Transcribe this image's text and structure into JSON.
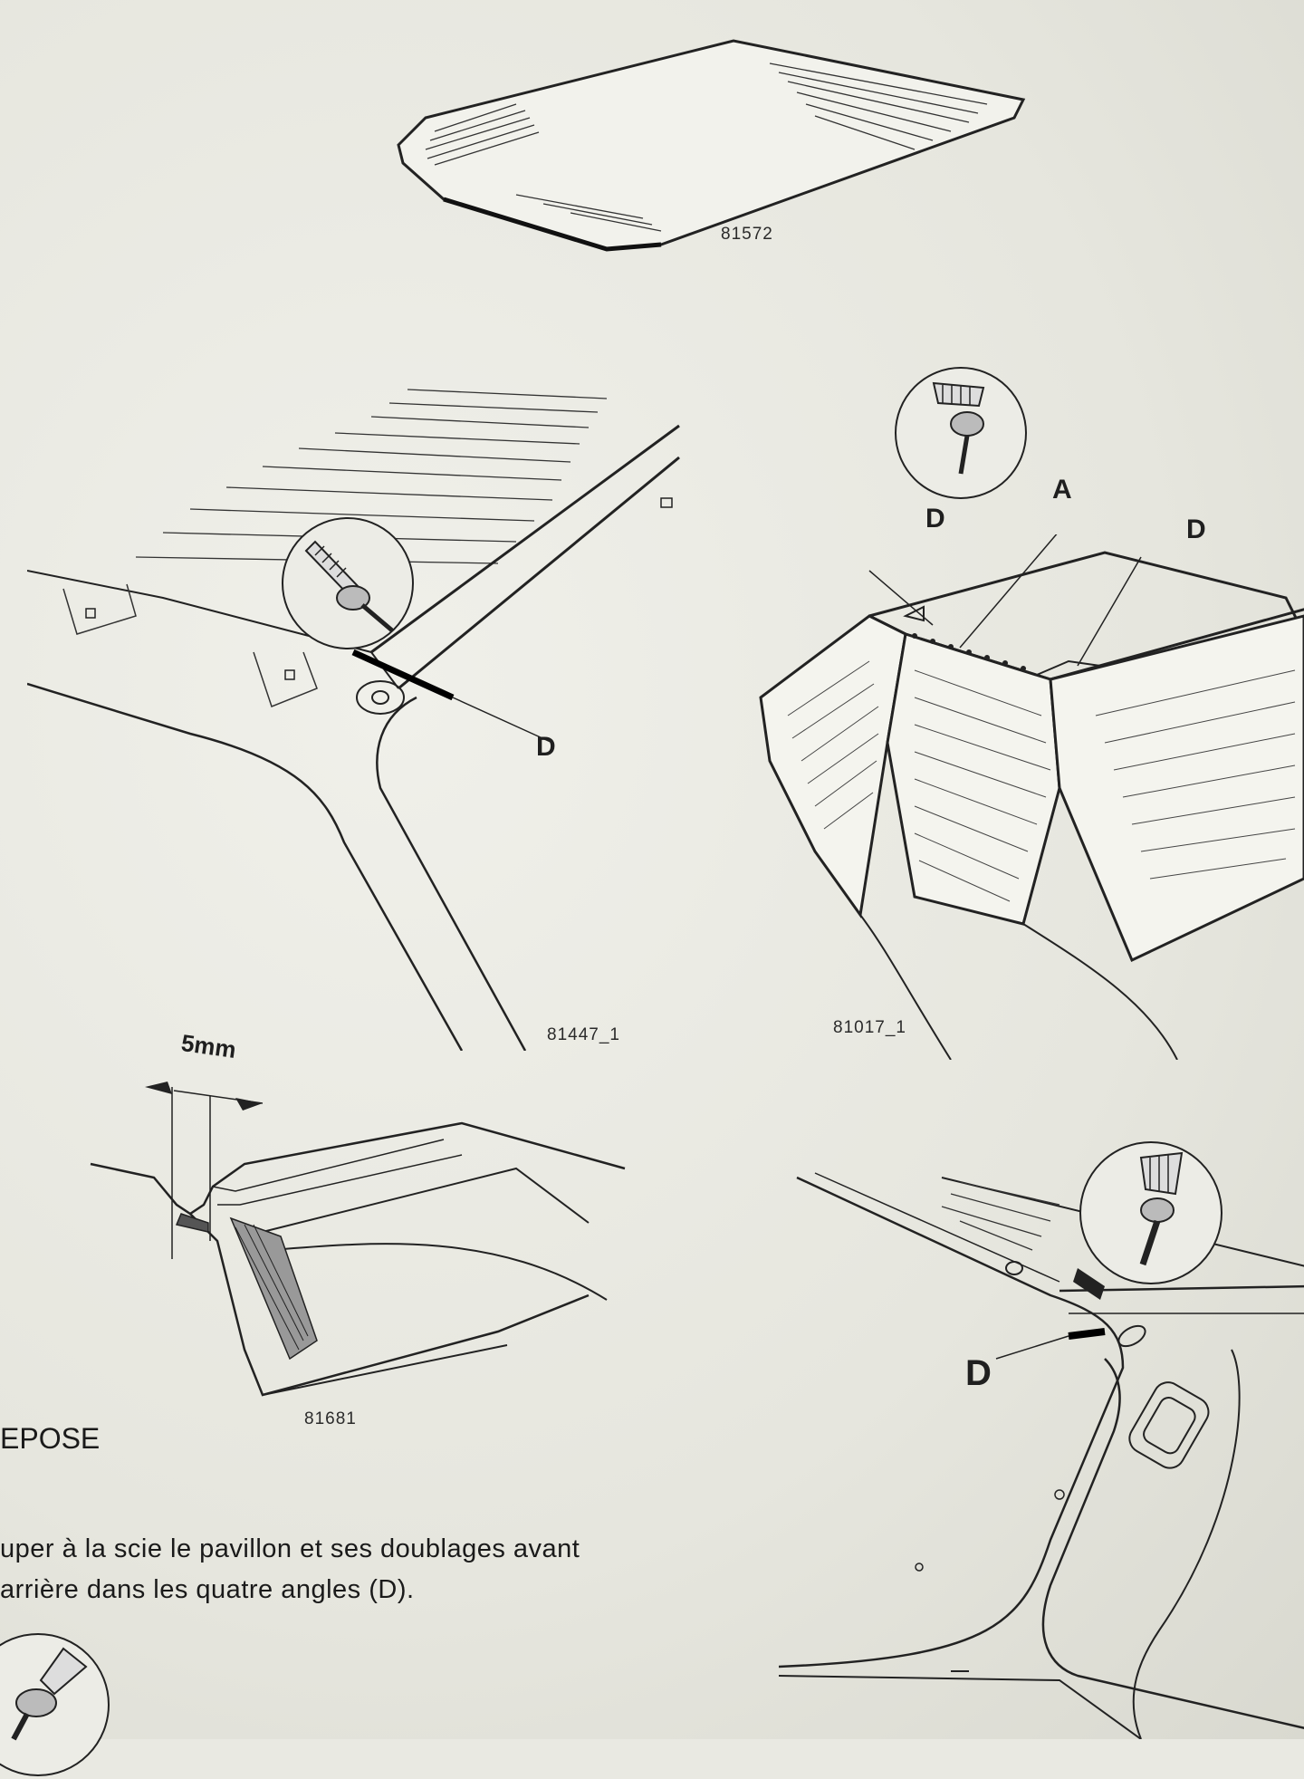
{
  "figures": {
    "roof_panel": {
      "caption": "81572"
    },
    "rear_corner": {
      "caption": "81447_1",
      "label": "D"
    },
    "body_shell": {
      "caption": "81017_1",
      "labels": {
        "d_left": "D",
        "a": "A",
        "d_right": "D"
      }
    },
    "profile": {
      "caption": "81681",
      "dimension": "5mm"
    },
    "front_corner": {
      "label": "D"
    }
  },
  "section": {
    "heading": "EPOSE",
    "paragraph_line1": "uper à la scie le pavillon et ses doublages avant",
    "paragraph_line2": "arrière dans les quatre angles (D)."
  },
  "icons": [
    "saw-icon",
    "saw-icon",
    "saw-icon",
    "saw-icon"
  ]
}
